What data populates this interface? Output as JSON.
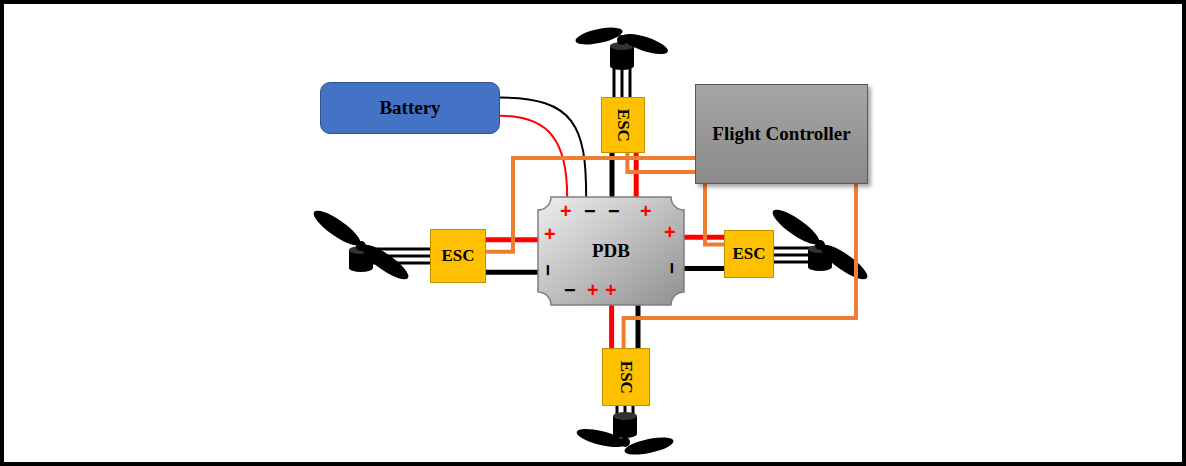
{
  "diagram": {
    "nodes": [
      {
        "text": [
          "Battery"
        ]
      },
      {
        "text": [
          "ESC"
        ]
      },
      {
        "text": [
          "Flight Controller"
        ]
      },
      {
        "text": [
          "ESC"
        ]
      },
      {
        "text": [
          "PDB"
        ]
      },
      {
        "text": [
          "ESC"
        ]
      },
      {
        "text": [
          "ESC"
        ]
      }
    ],
    "edges": [
      {
        "from": 0,
        "to": 4,
        "arrow": "none"
      },
      {
        "from": 4,
        "to": 1,
        "arrow": "none"
      },
      {
        "from": 4,
        "to": 3,
        "arrow": "none"
      },
      {
        "from": 4,
        "to": 5,
        "arrow": "none"
      },
      {
        "from": 4,
        "to": 6,
        "arrow": "none"
      },
      {
        "from": 2,
        "to": 1,
        "arrow": "none"
      },
      {
        "from": 2,
        "to": 3,
        "arrow": "none"
      },
      {
        "from": 2,
        "to": 5,
        "arrow": "none"
      },
      {
        "from": 2,
        "to": 6,
        "arrow": "none"
      }
    ],
    "labels": [
      "+",
      "−",
      "−",
      "+",
      "+",
      "−",
      "+",
      "−",
      "−",
      "+",
      "+"
    ]
  }
}
